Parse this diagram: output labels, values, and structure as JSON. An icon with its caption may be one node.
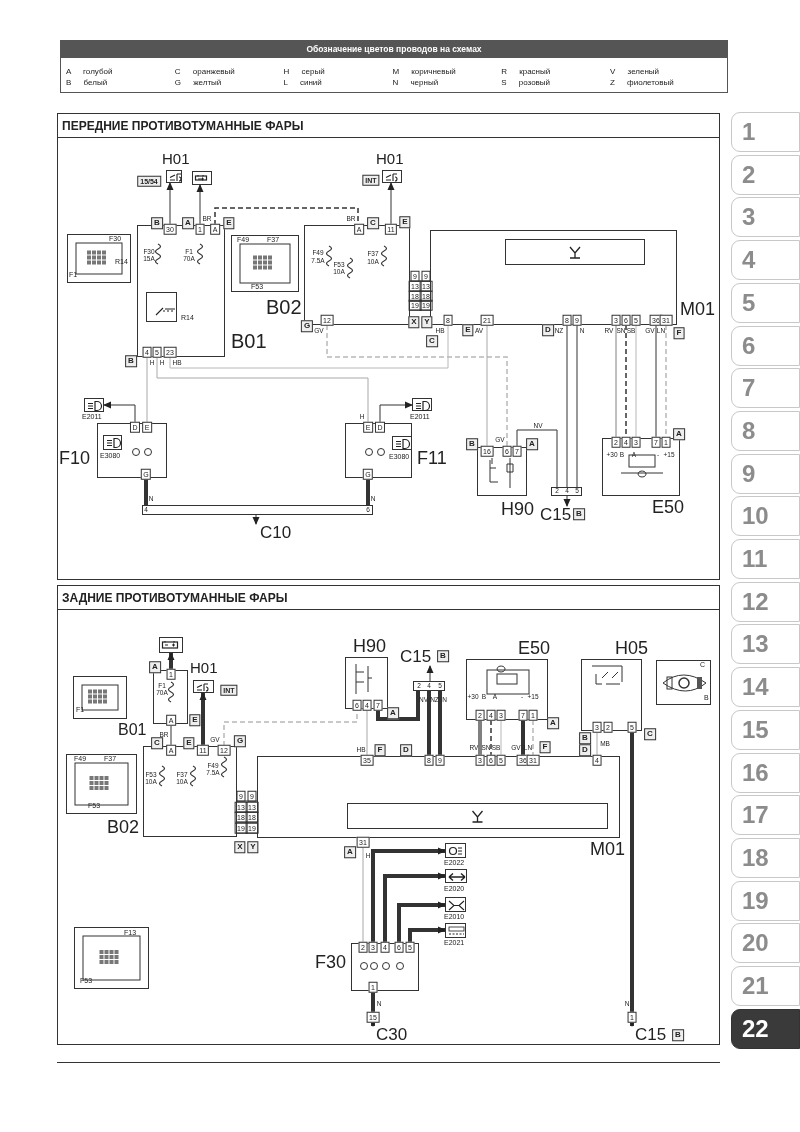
{
  "diagram": {
    "title": "Обозначение цветов проводов на схемах",
    "nodes": [
      {
        "text": [
          "ПЕРЕДНИЕ ПРОТИВОТУМАННЫЕ ФАРЫ"
        ]
      },
      {
        "text": [
          "H01"
        ],
        "beside": [
          "15/54"
        ],
        "in": 0
      },
      {
        "text": [],
        "shape": "picture",
        "in": 0
      },
      {
        "text": [
          "F30",
          "R14",
          "F1"
        ],
        "in": 0
      },
      {
        "text": [
          "B01"
        ],
        "beside": [
          "B",
          "A",
          "E",
          "B"
        ],
        "in": 0
      },
      {
        "text": [
          "R14"
        ],
        "in": 4
      },
      {
        "text": [
          "F49",
          "F37",
          "F53"
        ],
        "in": 0
      },
      {
        "text": [
          "B02"
        ],
        "beside": [
          "C",
          "E",
          "G",
          "X"
        ],
        "in": 0
      },
      {
        "text": [
          "H01"
        ],
        "beside": [
          "INT"
        ],
        "in": 0
      },
      {
        "text": [
          "M01"
        ],
        "beside": [
          "Y",
          "E",
          "D",
          "F",
          "C"
        ],
        "in": 0
      },
      {
        "text": [],
        "shape": "box",
        "in": 9
      },
      {
        "text": [
          "F10"
        ],
        "in": 0
      },
      {
        "text": [
          "E3080"
        ],
        "in": 11
      },
      {
        "text": [
          "E2011"
        ],
        "in": 0
      },
      {
        "text": [
          "F11"
        ],
        "in": 0
      },
      {
        "text": [
          "E3080"
        ],
        "in": 14
      },
      {
        "text": [
          "E2011"
        ],
        "in": 0
      },
      {
        "text": [],
        "shape": "bar",
        "in": 0
      },
      {
        "text": [
          "C10"
        ],
        "in": 0
      },
      {
        "text": [
          "H90"
        ],
        "beside": [
          "B",
          "A"
        ],
        "in": 0
      },
      {
        "text": [],
        "shape": "bar",
        "in": 0
      },
      {
        "text": [
          "C15"
        ],
        "beside": [
          "B"
        ],
        "in": 0
      },
      {
        "text": [
          "E50"
        ],
        "beside": [
          "A"
        ],
        "in": 0
      },
      {
        "text": [
          "ЗАДНИЕ ПРОТИВОТУМАННЫЕ ФАРЫ"
        ]
      },
      {
        "text": [],
        "shape": "picture",
        "in": 23
      },
      {
        "text": [
          "B01"
        ],
        "beside": [
          "A",
          "E"
        ],
        "in": 23
      },
      {
        "text": [
          "H01"
        ],
        "beside": [
          "INT"
        ],
        "in": 23
      },
      {
        "text": [
          "F1"
        ],
        "in": 23
      },
      {
        "text": [
          "B02"
        ],
        "beside": [
          "C",
          "E",
          "G",
          "X"
        ],
        "in": 23
      },
      {
        "text": [
          "F49",
          "F37",
          "F53"
        ],
        "in": 23
      },
      {
        "text": [
          "F13",
          "F53"
        ],
        "in": 23
      },
      {
        "text": [
          "H90"
        ],
        "beside": [
          "A"
        ],
        "in": 23
      },
      {
        "text": [],
        "shape": "bar",
        "in": 23
      },
      {
        "text": [
          "C15"
        ],
        "beside": [
          "B"
        ],
        "in": 23
      },
      {
        "text": [
          "E50"
        ],
        "beside": [
          "A"
        ],
        "in": 23
      },
      {
        "text": [
          "H05"
        ],
        "beside": [
          "B",
          "C"
        ],
        "in": 23
      },
      {
        "text": [
          "C",
          "B"
        ],
        "in": 23
      },
      {
        "text": [
          "M01"
        ],
        "beside": [
          "F",
          "D",
          "F",
          "D",
          "Y",
          "A"
        ],
        "in": 23
      },
      {
        "text": [],
        "shape": "box",
        "in": 37
      },
      {
        "text": [
          "E2022"
        ],
        "in": 23
      },
      {
        "text": [
          "E2020"
        ],
        "in": 23
      },
      {
        "text": [
          "E2010"
        ],
        "in": 23
      },
      {
        "text": [
          "E2021"
        ],
        "in": 23
      },
      {
        "text": [
          "F30"
        ],
        "in": 23
      },
      {
        "text": [
          "C30"
        ],
        "in": 23
      },
      {
        "text": [
          "C15"
        ],
        "beside": [
          "B"
        ],
        "in": 23
      },
      {
        "text": [
          "1"
        ]
      },
      {
        "text": [
          "2"
        ]
      },
      {
        "text": [
          "3"
        ]
      },
      {
        "text": [
          "4"
        ]
      },
      {
        "text": [
          "5"
        ]
      },
      {
        "text": [
          "6"
        ]
      },
      {
        "text": [
          "7"
        ]
      },
      {
        "text": [
          "8"
        ]
      },
      {
        "text": [
          "9"
        ]
      },
      {
        "text": [
          "10"
        ]
      },
      {
        "text": [
          "11"
        ]
      },
      {
        "text": [
          "12"
        ]
      },
      {
        "text": [
          "13"
        ]
      },
      {
        "text": [
          "14"
        ]
      },
      {
        "text": [
          "15"
        ]
      },
      {
        "text": [
          "16"
        ]
      },
      {
        "text": [
          "17"
        ]
      },
      {
        "text": [
          "18"
        ]
      },
      {
        "text": [
          "19"
        ]
      },
      {
        "text": [
          "20"
        ]
      },
      {
        "text": [
          "21"
        ]
      },
      {
        "text": [
          "22"
        ]
      }
    ],
    "edges": [
      {
        "from": 4,
        "to": 1,
        "arrow": "to"
      },
      {
        "from": 4,
        "to": 2,
        "arrow": "to"
      },
      {
        "from": 4,
        "to": 7,
        "arrow": "none",
        "style": "dashed"
      },
      {
        "from": 7,
        "to": 8,
        "arrow": "to"
      },
      {
        "from": 7,
        "to": 9,
        "arrow": "none"
      },
      {
        "from": 4,
        "to": 11,
        "arrow": "none",
        "color": "#a8a8a8"
      },
      {
        "from": 4,
        "to": 14,
        "arrow": "none",
        "color": "#a8a8a8"
      },
      {
        "from": 4,
        "to": 9,
        "arrow": "none",
        "color": "#b8b8b8"
      },
      {
        "from": 7,
        "to": 19,
        "arrow": "none",
        "style": "dashed",
        "color": "#b8b8b8"
      },
      {
        "from": 9,
        "to": 19,
        "arrow": "none",
        "color": "#a8a8a8"
      },
      {
        "from": 19,
        "to": 20,
        "arrow": "none"
      },
      {
        "from": 9,
        "to": 20,
        "arrow": "none"
      },
      {
        "from": 9,
        "to": 20,
        "arrow": "none"
      },
      {
        "from": 9,
        "to": 22,
        "arrow": "none",
        "color": "#808080"
      },
      {
        "from": 9,
        "to": 22,
        "arrow": "none",
        "style": "dashed"
      },
      {
        "from": 9,
        "to": 22,
        "arrow": "none",
        "color": "#b8b8b8"
      },
      {
        "from": 9,
        "to": 22,
        "arrow": "none"
      },
      {
        "from": 9,
        "to": 22,
        "arrow": "none",
        "style": "dashed",
        "color": "#b8b8b8"
      },
      {
        "from": 11,
        "to": 13,
        "arrow": "to"
      },
      {
        "from": 14,
        "to": 16,
        "arrow": "to"
      },
      {
        "from": 11,
        "to": 17,
        "arrow": "none",
        "style": "thick"
      },
      {
        "from": 14,
        "to": 17,
        "arrow": "none",
        "style": "thick"
      },
      {
        "from": 17,
        "to": 18,
        "arrow": "to"
      },
      {
        "from": 20,
        "to": 21,
        "arrow": "to"
      },
      {
        "from": 25,
        "to": 24,
        "arrow": "to",
        "style": "thick"
      },
      {
        "from": 28,
        "to": 26,
        "arrow": "to",
        "style": "thick"
      },
      {
        "from": 25,
        "to": 28,
        "arrow": "none"
      },
      {
        "from": 28,
        "to": 31,
        "arrow": "none",
        "style": "dashed",
        "color": "#b8b8b8"
      },
      {
        "from": 31,
        "to": 37,
        "arrow": "none",
        "color": "#a8a8a8"
      },
      {
        "from": 31,
        "to": 32,
        "arrow": "none",
        "style": "thick"
      },
      {
        "from": 32,
        "to": 37,
        "arrow": "none",
        "style": "thick"
      },
      {
        "from": 32,
        "to": 37,
        "arrow": "none",
        "style": "thick"
      },
      {
        "from": 32,
        "to": 33,
        "arrow": "to"
      },
      {
        "from": 34,
        "to": 37,
        "arrow": "none",
        "style": "thick",
        "color": "#808080"
      },
      {
        "from": 34,
        "to": 37,
        "arrow": "none",
        "style": "dashed"
      },
      {
        "from": 34,
        "to": 37,
        "arrow": "none",
        "color": "#b8b8b8"
      },
      {
        "from": 34,
        "to": 37,
        "arrow": "none",
        "style": "thick"
      },
      {
        "from": 34,
        "to": 37,
        "arrow": "none",
        "style": "dashed",
        "color": "#b8b8b8"
      },
      {
        "from": 35,
        "to": 37,
        "arrow": "none",
        "color": "#a8a8a8"
      },
      {
        "from": 35,
        "to": 45,
        "arrow": "to",
        "style": "thick"
      },
      {
        "from": 28,
        "to": 37,
        "arrow": "none"
      },
      {
        "from": 37,
        "to": 43,
        "arrow": "none",
        "color": "#a8a8a8"
      },
      {
        "from": 43,
        "to": 39,
        "arrow": "to",
        "style": "thick"
      },
      {
        "from": 43,
        "to": 40,
        "arrow": "to",
        "style": "thick"
      },
      {
        "from": 43,
        "to": 41,
        "arrow": "to",
        "style": "thick"
      },
      {
        "from": 43,
        "to": 42,
        "arrow": "to",
        "style": "thick"
      },
      {
        "from": 43,
        "to": 44,
        "arrow": "to",
        "style": "thick"
      }
    ],
    "labels": [
      "30",
      "1",
      "BR",
      "A",
      "BR",
      "A",
      "11",
      "F30",
      "15A",
      "F1",
      "70A",
      "F49",
      "7.5A",
      "F53",
      "10A",
      "F37",
      "10A",
      "9",
      "9",
      "13",
      "13",
      "18",
      "18",
      "19",
      "19",
      "4",
      "5",
      "23",
      "H",
      "H",
      "HB",
      "12",
      "GV",
      "8",
      "21",
      "8",
      "9",
      "3",
      "6",
      "5",
      "36",
      "31",
      "HB",
      "AV",
      "NZ",
      "N",
      "RV",
      "SN",
      "SB",
      "GV",
      "LN",
      "D",
      "E",
      "H",
      "E",
      "D",
      "NV",
      "2",
      "4",
      "3",
      "7",
      "1",
      "GV",
      "16",
      "6",
      "7",
      "+30",
      "B",
      "A",
      "-",
      "+15",
      "G",
      "G",
      "N",
      "N",
      "4",
      "6",
      "2",
      "4",
      "5",
      "1",
      "F1",
      "70A",
      "A",
      "BR",
      "GV",
      "A",
      "11",
      "12",
      "F49",
      "7.5A",
      "F53",
      "10A",
      "F37",
      "10A",
      "9",
      "9",
      "13",
      "13",
      "18",
      "18",
      "19",
      "19",
      "6",
      "4",
      "7",
      "2",
      "4",
      "5",
      "NV",
      "NZ",
      "N",
      "+30",
      "B",
      "A",
      "-",
      "+15",
      "2",
      "4",
      "3",
      "7",
      "1",
      "3",
      "2",
      "5",
      "MB",
      "HB",
      "RV",
      "SN",
      "SB",
      "GV",
      "LN",
      "35",
      "8",
      "9",
      "3",
      "6",
      "5",
      "36",
      "31",
      "4",
      "31",
      "H",
      "2",
      "3",
      "4",
      "6",
      "5",
      "1",
      "N",
      "15",
      "N",
      "1"
    ],
    "legend": [
      {
        "text": "A голубой"
      },
      {
        "text": "B белый"
      },
      {
        "text": "C оранжевый"
      },
      {
        "text": "G желтый"
      },
      {
        "text": "H серый"
      },
      {
        "text": "L синий"
      },
      {
        "text": "M коричневый"
      },
      {
        "text": "N черный"
      },
      {
        "text": "R красный"
      },
      {
        "text": "S розовый"
      },
      {
        "text": "V зеленый"
      },
      {
        "text": "Z фиолетовый"
      }
    ]
  }
}
